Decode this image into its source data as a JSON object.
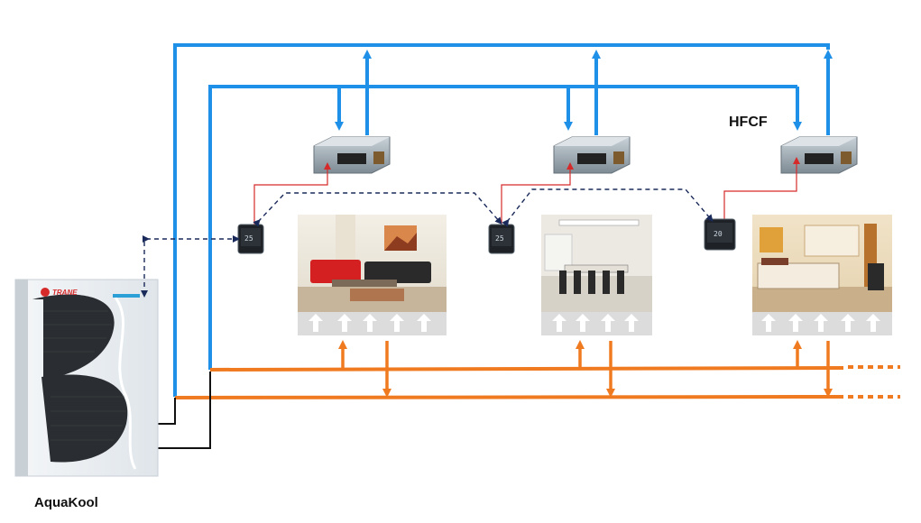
{
  "labels": {
    "hfcf": "HFCF",
    "outdoor_unit": "AquaKool",
    "brand": "TRANE"
  },
  "thermostat_readouts": [
    "25",
    "25",
    "20"
  ],
  "colors": {
    "supply_water": "#1e90e8",
    "return_water": "#f07a20",
    "control_signal": "#1a2a5a",
    "power_feed": "#d62a2a",
    "wiring": "#111111"
  },
  "icons": {
    "outdoor_unit": "heat-pump-outdoor-unit-icon",
    "indoor_unit": "ducted-fan-coil-icon",
    "thermostat": "wall-thermostat-icon",
    "room": "room-photo-icon",
    "airflow": "airflow-up-arrow-icon"
  },
  "rooms": [
    "living-room",
    "dining-room",
    "bedroom"
  ]
}
